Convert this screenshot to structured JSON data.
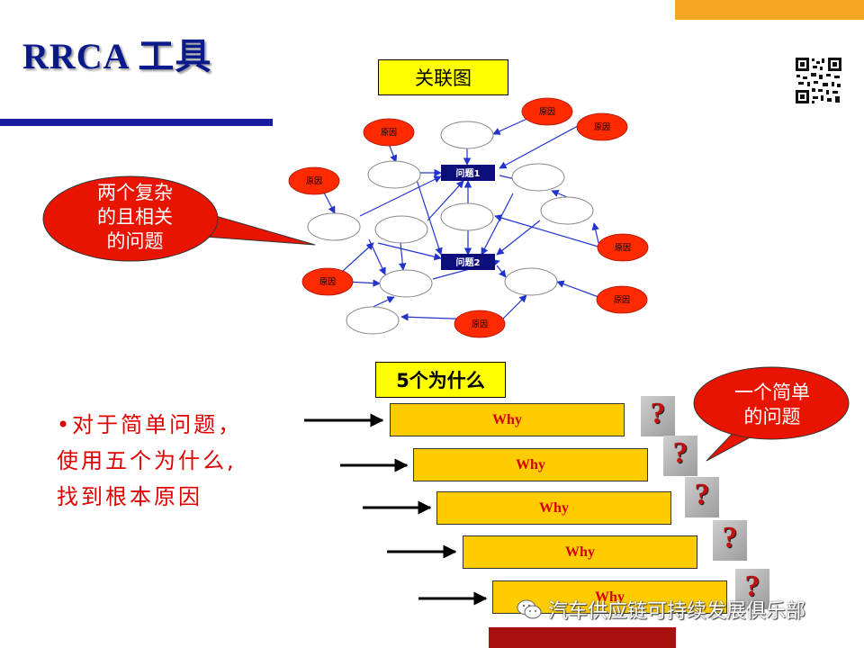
{
  "title": "RRCA 工具",
  "association_diagram": {
    "label": "关联图",
    "problems": [
      "问题1",
      "问题2"
    ],
    "cause_label": "原因"
  },
  "left_callout": {
    "lines": [
      "两个复杂",
      "的且相关",
      "的问题"
    ]
  },
  "five_whys": {
    "label": "5个为什么",
    "rows": [
      "Why",
      "Why",
      "Why",
      "Why",
      "Why"
    ],
    "question_mark": "?"
  },
  "right_callout": {
    "lines": [
      "一个简单",
      "的问题"
    ]
  },
  "bullet": {
    "marker": "•",
    "text": "对于简单问题，使用五个为什么,找到根本原因"
  },
  "watermark": {
    "text": "汽车供应链可持续发展俱乐部"
  },
  "colors": {
    "title": "#0b1a8a",
    "accent_bar": "#1a1aa0",
    "corner_bar": "#f5a623",
    "cause_fill": "#ff2a00",
    "problem_fill": "#0c0c7a",
    "label_fill": "#ffff00",
    "why_fill": "#ffcc00",
    "why_text": "#d40000",
    "bullet_text": "#e00000",
    "callout_fill": "#e81400"
  }
}
